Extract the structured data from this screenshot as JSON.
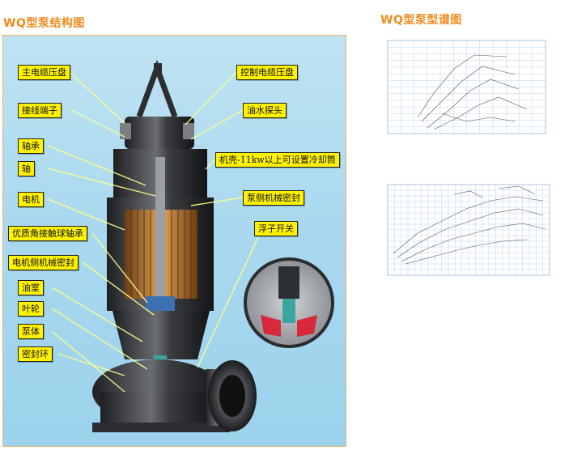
{
  "titles": {
    "structure": "WQ型泵结构图",
    "spectrum": "WQ型泵型谱图"
  },
  "labels": {
    "main_cable_plate": "主电缆压盘",
    "control_cable_plate": "控制电缆压盘",
    "terminal": "接线端子",
    "oil_water_probe": "油水探头",
    "bearing": "轴承",
    "shaft": "轴",
    "housing": "机壳-11kw以上可设置冷却筒",
    "motor": "电机",
    "pump_seal": "泵侧机械密封",
    "angular_bearing": "优质角接触球轴承",
    "float_switch": "浮子开关",
    "motor_seal": "电机侧机械密封",
    "oil_chamber": "油室",
    "impeller": "叶轮",
    "pump_body": "泵体",
    "seal_ring": "密封环"
  },
  "colors": {
    "title_orange": "#f08a1c",
    "label_yellow": "#fff200",
    "panel_blue": "#aad9ef",
    "grid_blue": "#9cc6e8"
  }
}
